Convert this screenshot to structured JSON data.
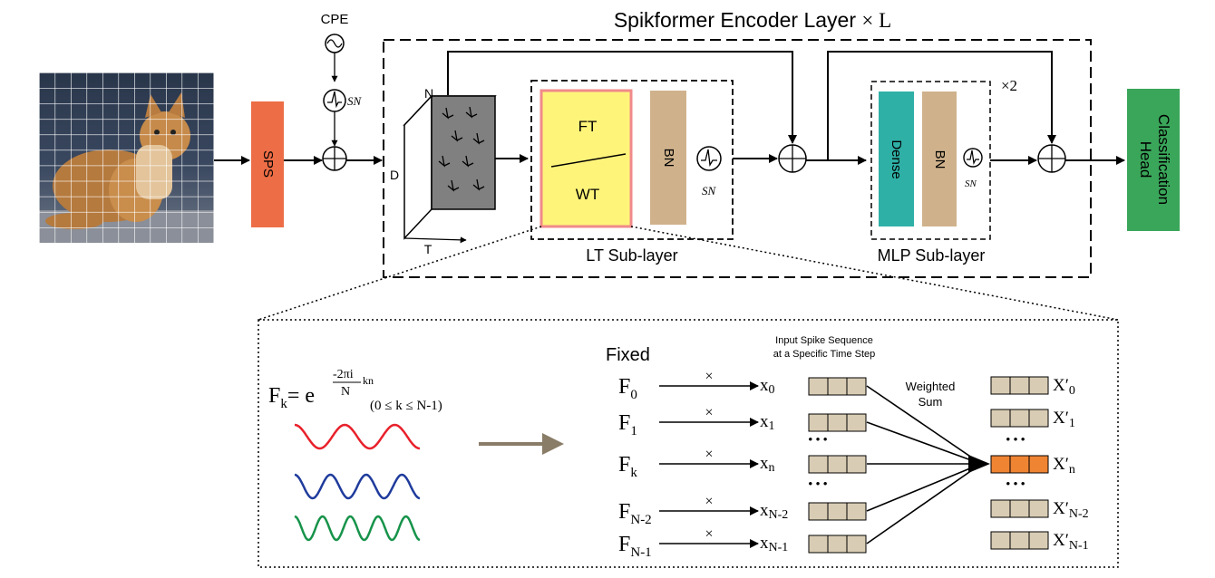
{
  "title": "Spikformer Encoder Layer",
  "title_times": "× L",
  "cpe_label": "CPE",
  "sps_label": "SPS",
  "sn_label": "SN",
  "dims": {
    "n": "N",
    "d": "D",
    "t": "T"
  },
  "lt": {
    "ft": "FT",
    "wt": "WT",
    "bn": "BN",
    "label": "LT Sub-layer"
  },
  "mlp": {
    "dense": "Dense",
    "bn": "BN",
    "repeat": "×2",
    "label": "MLP Sub-layer"
  },
  "head": {
    "line1": "Classification",
    "line2": "Head"
  },
  "detail": {
    "formula": {
      "lhs": "F",
      "lhs_sub": "k",
      "eq": "= e",
      "exp_num": "-2πi",
      "exp_den": "N",
      "exp_sub": "kn",
      "range": "(0 ≤ k ≤ N-1)"
    },
    "fixed_label": "Fixed",
    "input_caption_1": "Input Spike Sequence",
    "input_caption_2": "at a Specific Time Step",
    "weighted_1": "Weighted",
    "weighted_2": "Sum",
    "multiply": "×",
    "dots": "• • •",
    "rows": [
      {
        "f": "F",
        "f_sub": "0",
        "x": "x",
        "x_sub": "0",
        "xo": "X′",
        "xo_sub": "0"
      },
      {
        "f": "F",
        "f_sub": "1",
        "x": "x",
        "x_sub": "1",
        "xo": "X′",
        "xo_sub": "1"
      },
      {
        "f": "F",
        "f_sub": "k",
        "x": "x",
        "x_sub": "n",
        "xo": "X′",
        "xo_sub": "n"
      },
      {
        "f": "F",
        "f_sub": "N-2",
        "x": "x",
        "x_sub": "N-2",
        "xo": "X′",
        "xo_sub": "N-2"
      },
      {
        "f": "F",
        "f_sub": "N-1",
        "x": "x",
        "x_sub": "N-1",
        "xo": "X′",
        "xo_sub": "N-1"
      }
    ]
  },
  "colors": {
    "sps": "#ec6d46",
    "ft_fill": "#fff47a",
    "ft_border": "#f08a8a",
    "bn": "#cfb28c",
    "dense": "#2fb0a6",
    "head": "#3aa65a",
    "cell": "#d8ccb4",
    "cell_highlight": "#ef8433",
    "wave_red": "#e8212b",
    "wave_blue": "#1f3b9c",
    "wave_green": "#17934a",
    "big_arrow": "#8a7d68",
    "cube_face": "#808080"
  }
}
